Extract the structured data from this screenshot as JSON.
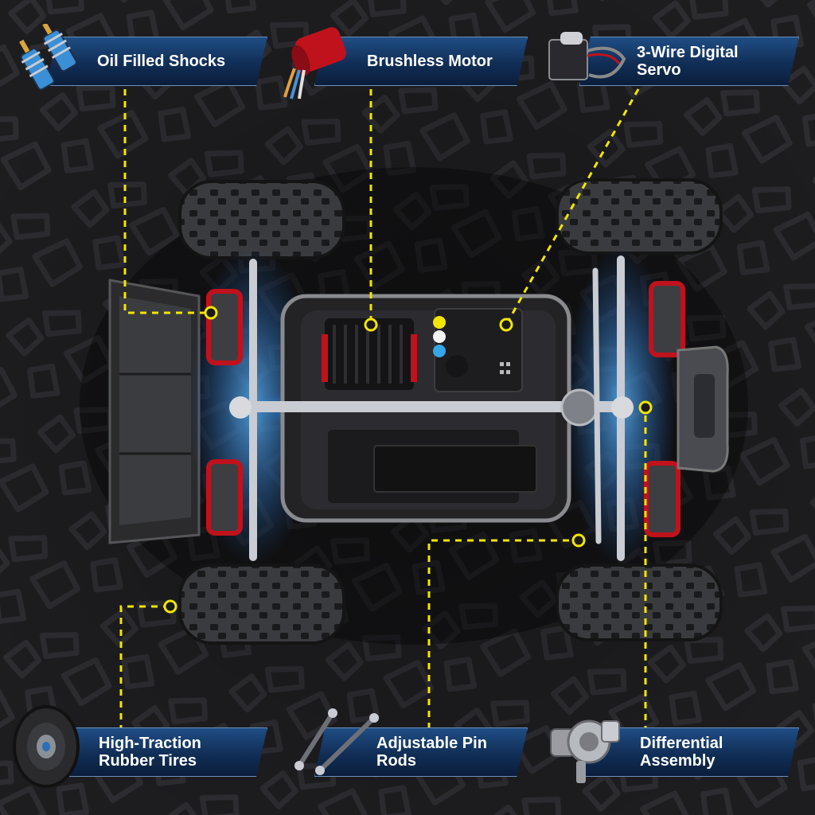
{
  "features": {
    "top": [
      {
        "id": "shocks",
        "text": "Oil Filled Shocks",
        "icon": "oil-shock-icon"
      },
      {
        "id": "motor",
        "text": "Brushless Motor",
        "icon": "brushless-motor-icon"
      },
      {
        "id": "servo",
        "line1": "3-Wire Digital",
        "line2": "Servo",
        "icon": "servo-icon"
      }
    ],
    "bottom": [
      {
        "id": "tires",
        "line1": "High-Traction",
        "line2": "Rubber Tires",
        "icon": "tire-icon"
      },
      {
        "id": "rods",
        "line1": "Adjustable Pin",
        "line2": "Rods",
        "icon": "pin-rod-icon"
      },
      {
        "id": "diff",
        "line1": "Differential",
        "line2": "Assembly",
        "icon": "differential-icon"
      }
    ]
  },
  "colors": {
    "label_bg": "#112e56",
    "leader_line": "#f2e600",
    "glow": "#3ba0ff",
    "accent_red": "#c0121c"
  }
}
